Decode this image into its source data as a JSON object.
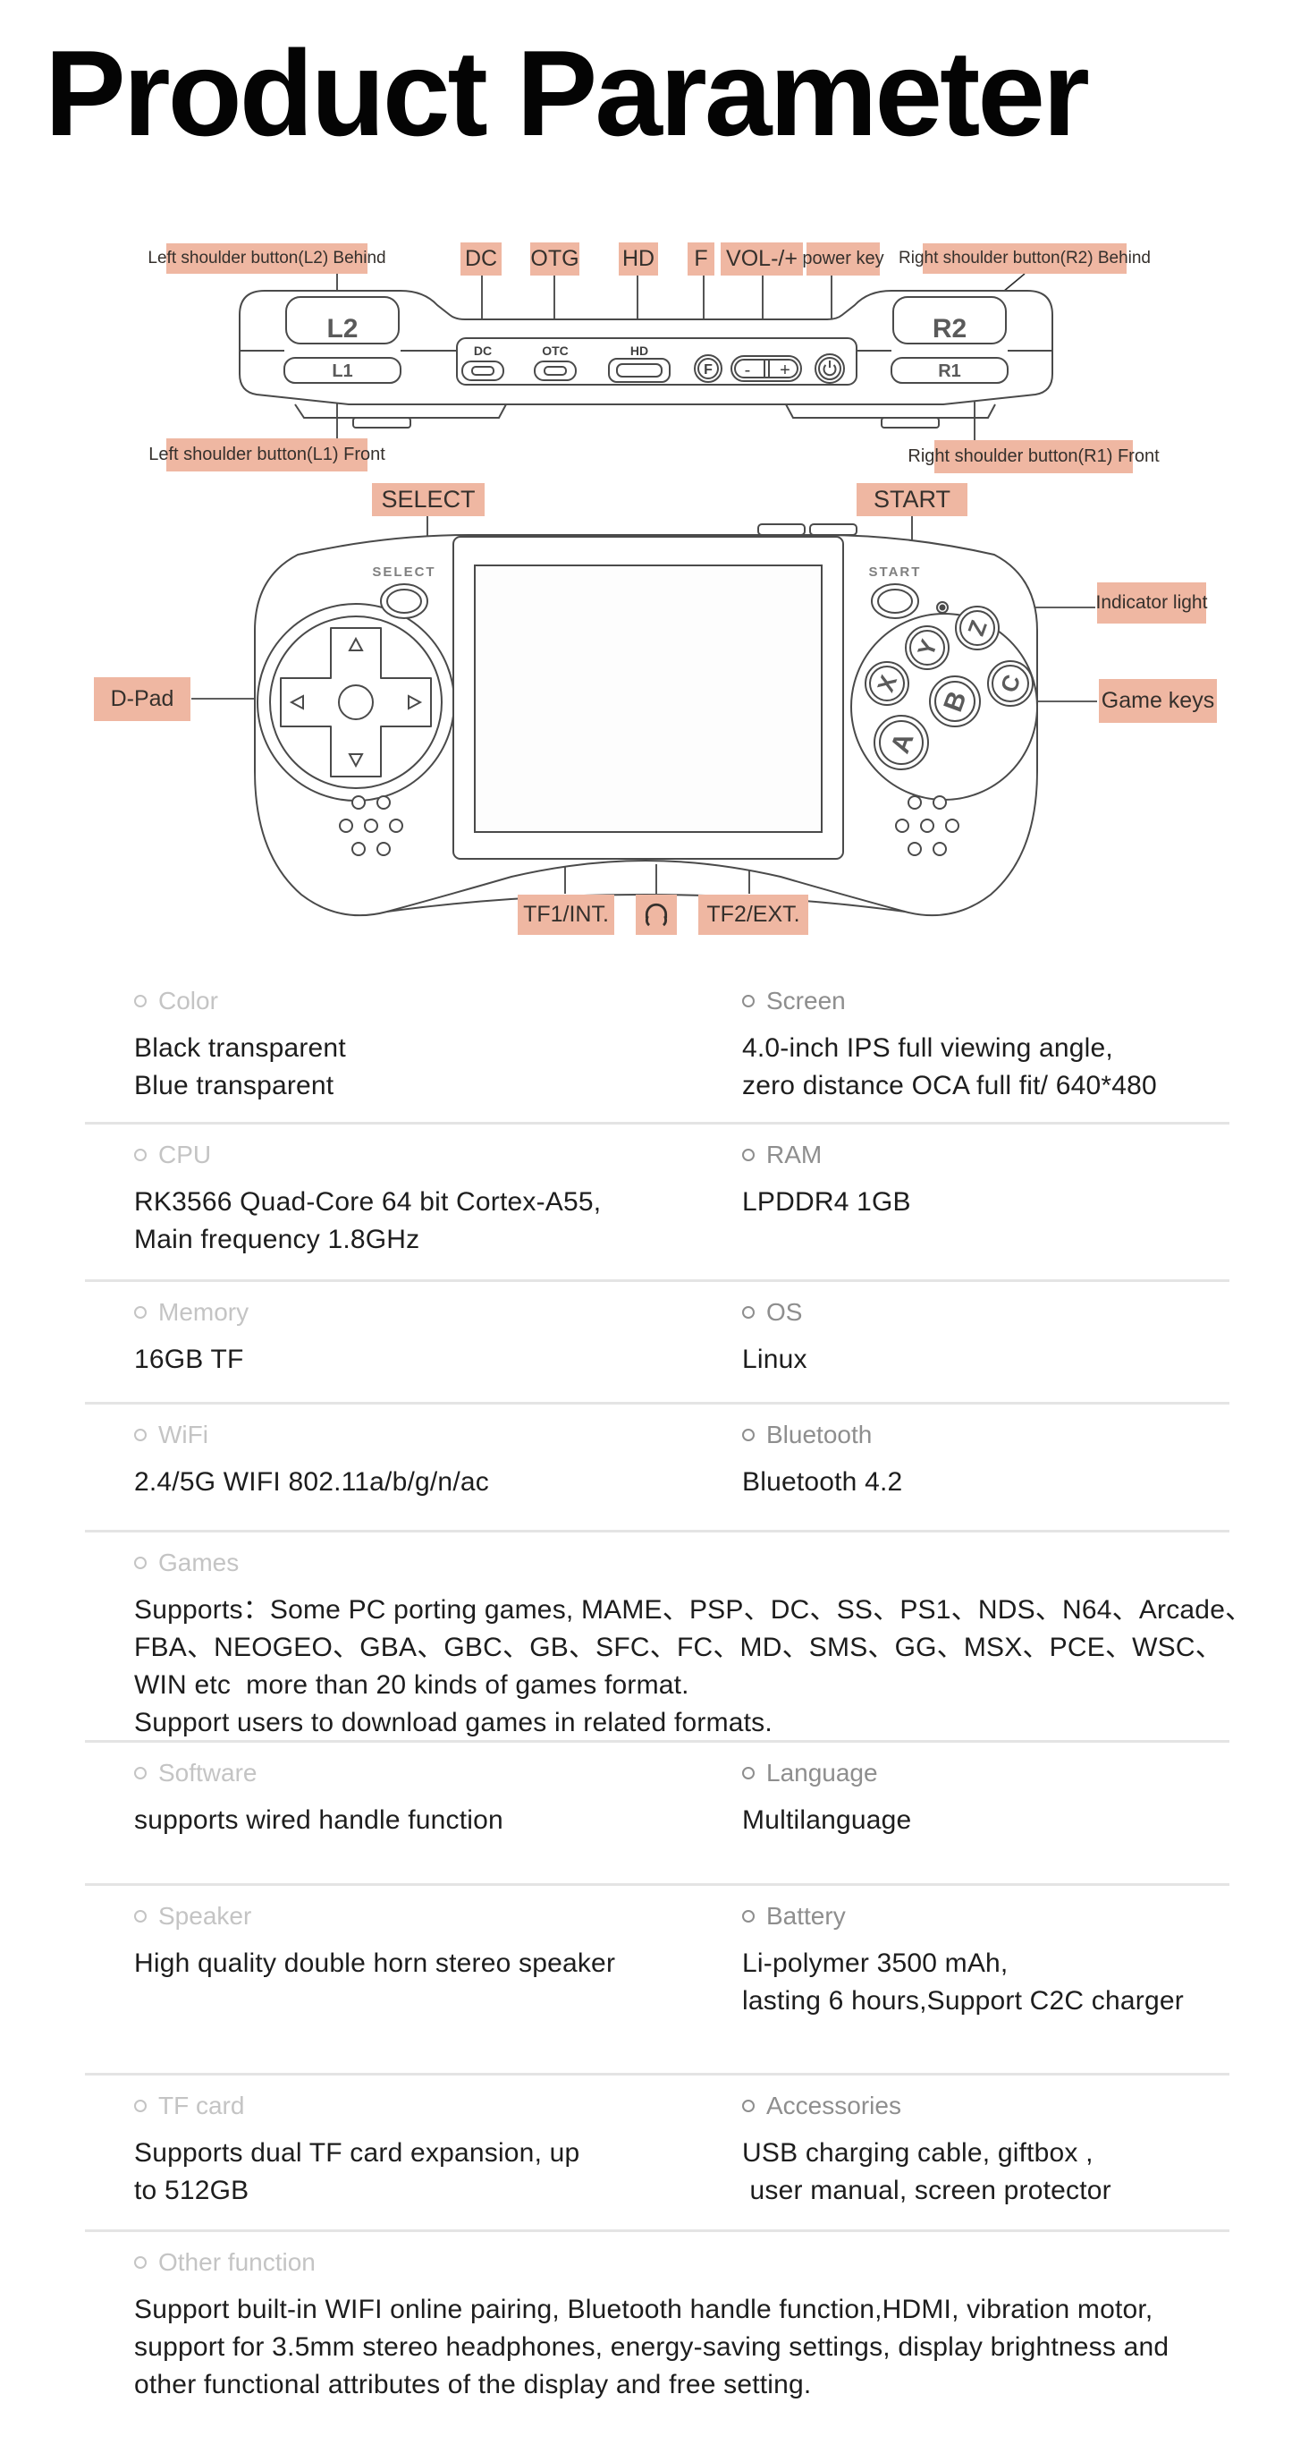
{
  "title": "Product Parameter",
  "colors": {
    "label_bg": "#efb7a2",
    "divider": "#e4e4e4",
    "line_art": "#4a4a4a"
  },
  "diagram": {
    "top_view": {
      "callouts": {
        "l2_behind": "Left shoulder button(L2) Behind",
        "dc": "DC",
        "otg": "OTG",
        "hd": "HD",
        "f": "F",
        "vol": "VOL-/+",
        "power_key": "power key",
        "r2_behind": "Right shoulder button(R2) Behind",
        "l1_front": "Left shoulder button(L1) Front",
        "r1_front": "Right shoulder button(R1) Front"
      },
      "device": {
        "l2": "L2",
        "l1": "L1",
        "r2": "R2",
        "r1": "R1",
        "dc_port": "DC",
        "otg_port": "OTC",
        "hd_port": "HD",
        "f_button": "F",
        "vol_minus": "-",
        "vol_plus": "+"
      }
    },
    "front_view": {
      "callouts": {
        "select": "SELECT",
        "start": "START",
        "indicator_light": "Indicator light",
        "d_pad": "D-Pad",
        "game_keys": "Game keys",
        "tf1": "TF1/INT.",
        "tf2": "TF2/EXT."
      },
      "device": {
        "select": "SELECT",
        "start": "START",
        "btn_x": "X",
        "btn_y": "Y",
        "btn_z": "Z",
        "btn_a": "A",
        "btn_b": "B",
        "btn_c": "C"
      }
    }
  },
  "specs": [
    {
      "left": {
        "label": "Color",
        "lines": [
          "Black transparent",
          "Blue transparent"
        ]
      },
      "right": {
        "label": "Screen",
        "lines": [
          "4.0-inch IPS full viewing angle,",
          "zero distance OCA full fit/ 640*480"
        ]
      }
    },
    {
      "left": {
        "label": "CPU",
        "lines": [
          "RK3566 Quad-Core 64 bit Cortex-A55,",
          "Main frequency 1.8GHz"
        ]
      },
      "right": {
        "label": "RAM",
        "lines": [
          "LPDDR4 1GB"
        ]
      }
    },
    {
      "left": {
        "label": "Memory",
        "lines": [
          "16GB TF"
        ]
      },
      "right": {
        "label": "OS",
        "lines": [
          "Linux"
        ]
      }
    },
    {
      "left": {
        "label": "WiFi",
        "lines": [
          "2.4/5G WIFI 802.11a/b/g/n/ac"
        ]
      },
      "right": {
        "label": "Bluetooth",
        "lines": [
          "Bluetooth 4.2"
        ]
      }
    },
    {
      "label": "Games",
      "lines": [
        "Supports：Some PC porting games, MAME、PSP、DC、SS、PS1、NDS、N64、Arcade、",
        "FBA、NEOGEO、GBA、GBC、GB、SFC、FC、MD、SMS、GG、MSX、PCE、WSC、",
        "WIN etc  more than 20 kinds of games format.",
        "Support users to download games in related formats."
      ]
    },
    {
      "left": {
        "label": "Software",
        "lines": [
          "supports wired handle function"
        ]
      },
      "right": {
        "label": "Language",
        "lines": [
          "Multilanguage"
        ]
      }
    },
    {
      "left": {
        "label": "Speaker",
        "lines": [
          "High quality double horn stereo speaker"
        ]
      },
      "right": {
        "label": "Battery",
        "lines": [
          "Li-polymer 3500 mAh,",
          "lasting 6 hours,Support C2C charger"
        ]
      }
    },
    {
      "left": {
        "label": "TF card",
        "lines": [
          "Supports dual TF card expansion, up",
          "to 512GB"
        ]
      },
      "right": {
        "label": "Accessories",
        "lines": [
          "USB charging cable, giftbox ,",
          " user manual, screen protector"
        ]
      }
    },
    {
      "label": "Other function",
      "lines": [
        "Support built-in WIFI online pairing, Bluetooth handle function,HDMI, vibration motor,",
        "support for 3.5mm stereo headphones, energy-saving settings, display brightness and",
        "other functional attributes of the display and free setting."
      ]
    }
  ]
}
